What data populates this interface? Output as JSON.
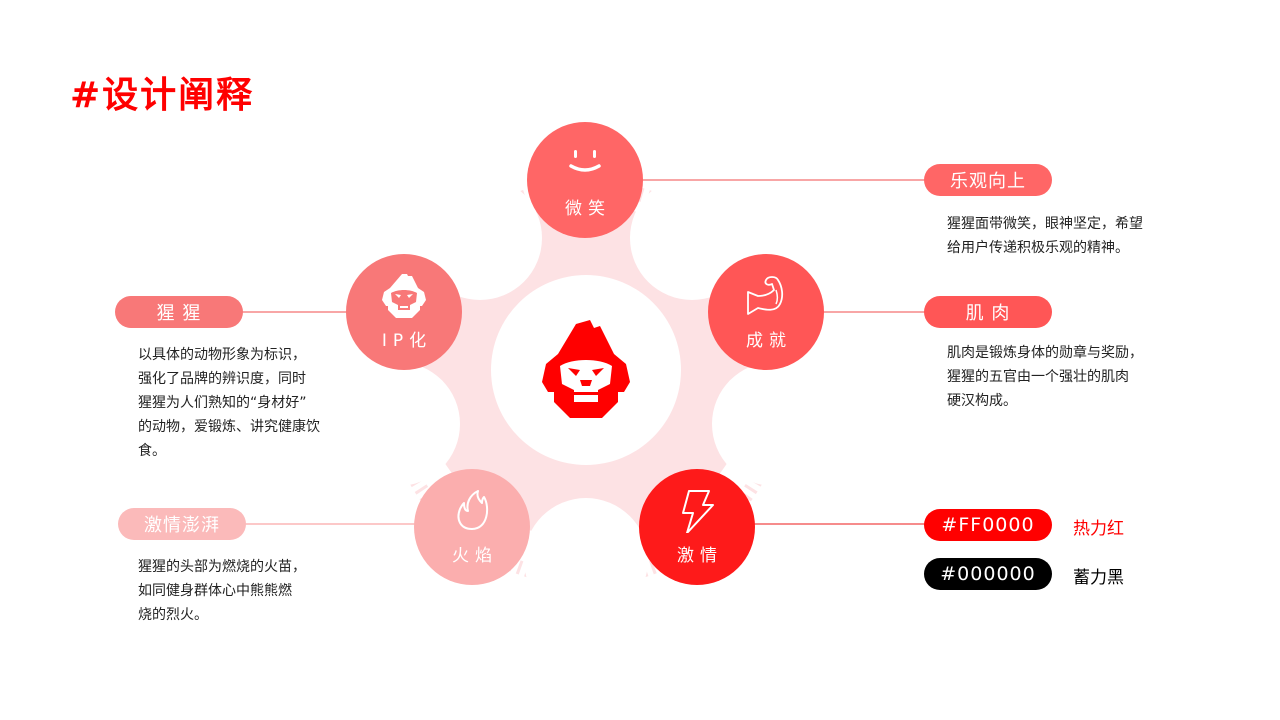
{
  "header": {
    "title": "#设计阐释"
  },
  "colors": {
    "smile": "#ff6666",
    "ip": "#f87878",
    "achievement": "#ff5656",
    "flame": "#fbaeae",
    "passion": "#fe1a1a",
    "ring": "#fde2e4",
    "connector": "#f47272",
    "logo_red": "#ff0000"
  },
  "center": {
    "icon": "gorilla-logo-icon"
  },
  "nodes": [
    {
      "id": "smile",
      "label": "微笑",
      "icon": "smile-icon"
    },
    {
      "id": "ip",
      "label": "IP化",
      "icon": "gorilla-icon"
    },
    {
      "id": "achievement",
      "label": "成就",
      "icon": "muscle-arm-icon"
    },
    {
      "id": "flame",
      "label": "火焰",
      "icon": "flame-icon"
    },
    {
      "id": "passion",
      "label": "激情",
      "icon": "lightning-icon"
    }
  ],
  "annotations": {
    "optimism": {
      "tag": "乐观向上",
      "lines": [
        "猩猩面带微笑，眼神坚定，希望",
        "给用户传递积极乐观的精神。"
      ]
    },
    "muscle": {
      "tag": "肌 肉",
      "lines": [
        "肌肉是锻炼身体的勋章与奖励，",
        "猩猩的五官由一个强壮的肌肉",
        "硬汉构成。"
      ]
    },
    "gorilla": {
      "tag": "猩 猩",
      "lines": [
        "以具体的动物形象为标识，",
        "强化了品牌的辨识度，同时",
        "猩猩为人们熟知的“身材好”",
        "的动物，爱锻炼、讲究健康饮",
        "食。"
      ]
    },
    "passion": {
      "tag": "激情澎湃",
      "lines": [
        "猩猩的头部为燃烧的火苗，",
        "如同健身群体心中熊熊燃",
        "烧的烈火。"
      ]
    }
  },
  "palette": [
    {
      "hex": "#FF0000",
      "name": "热力红",
      "bg": "#ff0000",
      "text_color": "#ff0000"
    },
    {
      "hex": "#000000",
      "name": "蓄力黑",
      "bg": "#000000",
      "text_color": "#000000"
    }
  ]
}
